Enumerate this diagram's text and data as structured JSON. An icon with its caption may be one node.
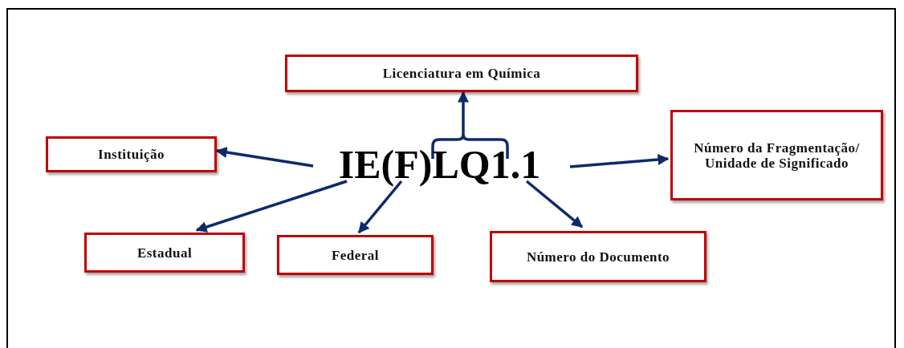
{
  "diagram": {
    "nodes": [
      {
        "text": [
          "Licenciatura em Química"
        ]
      },
      {
        "text": [
          "Instituição"
        ]
      },
      {
        "text": [
          "IE(F)LQ1.1"
        ]
      },
      {
        "text": [
          "Número da Fragmentação/ Unidade de Significado"
        ]
      },
      {
        "text": [
          "Estadual"
        ]
      },
      {
        "text": [
          "Federal"
        ]
      },
      {
        "text": [
          "Número do Documento"
        ]
      }
    ],
    "edges": [
      {
        "from": 2,
        "to": 0,
        "arrow": "to"
      },
      {
        "from": 2,
        "to": 1,
        "arrow": "to"
      },
      {
        "from": 2,
        "to": 3,
        "arrow": "to"
      },
      {
        "from": 2,
        "to": 4,
        "arrow": "to"
      },
      {
        "from": 2,
        "to": 5,
        "arrow": "to"
      },
      {
        "from": 2,
        "to": 6,
        "arrow": "to"
      }
    ]
  }
}
